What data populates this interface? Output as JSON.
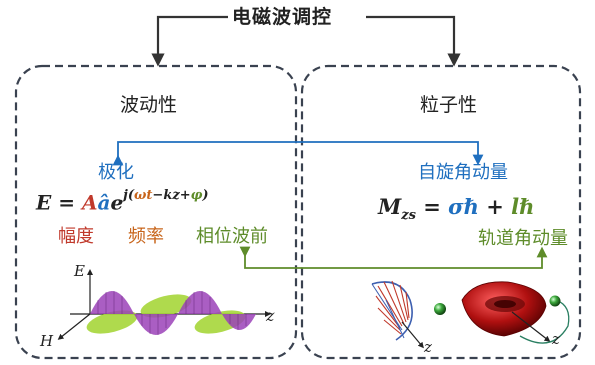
{
  "title": "电磁波调控",
  "left_panel": {
    "heading": "波动性",
    "polarization": "极化",
    "formula": {
      "E": "E",
      "eq": " = ",
      "A": "A",
      "a_hat": "â",
      "e": "e",
      "exponent": {
        "j": "j(",
        "omega_t": "ωt",
        "minus_kz_plus": "−kz+",
        "phi": "φ",
        "close": ")"
      }
    },
    "labels": {
      "amplitude": "幅度",
      "frequency": "频率",
      "phase_front": "相位波前"
    },
    "axes": {
      "E": "E",
      "H": "H",
      "z": "z"
    }
  },
  "right_panel": {
    "heading": "粒子性",
    "spin": "自旋角动量",
    "formula": {
      "M": "M",
      "sub": "zs",
      "eq": " = ",
      "sigma": "σ",
      "hbar1": "ℏ",
      "plus": " + ",
      "l": "l",
      "hbar2": "ℏ"
    },
    "orbital": "轨道角动量",
    "axes": {
      "z1": "z",
      "z2": "z"
    }
  },
  "colors": {
    "blue": "#1f6fbf",
    "red": "#c0392b",
    "orange": "#c8651b",
    "green": "#5e8c2a",
    "purple": "#8e44ad",
    "lime": "#9acd32",
    "dark": "#333333"
  }
}
